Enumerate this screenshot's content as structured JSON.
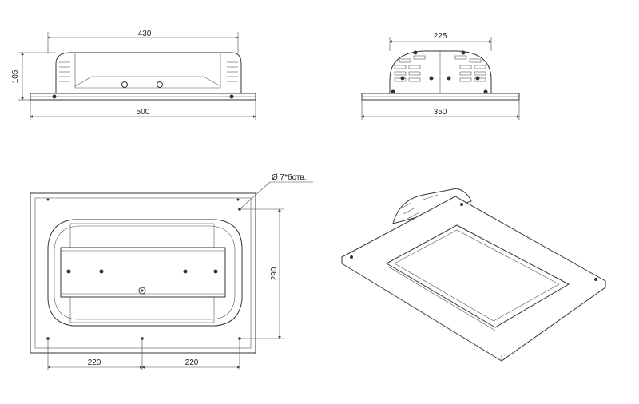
{
  "dimensions": {
    "side_width_top": "430",
    "side_height": "105",
    "side_width_bottom": "500",
    "front_width_top": "225",
    "front_width_bottom": "350",
    "hole_note": "Ø 7*6отв.",
    "plan_height": "290",
    "plan_spacing_left": "220",
    "plan_spacing_right": "220"
  },
  "colors": {
    "line": "#333333",
    "background": "#ffffff"
  }
}
